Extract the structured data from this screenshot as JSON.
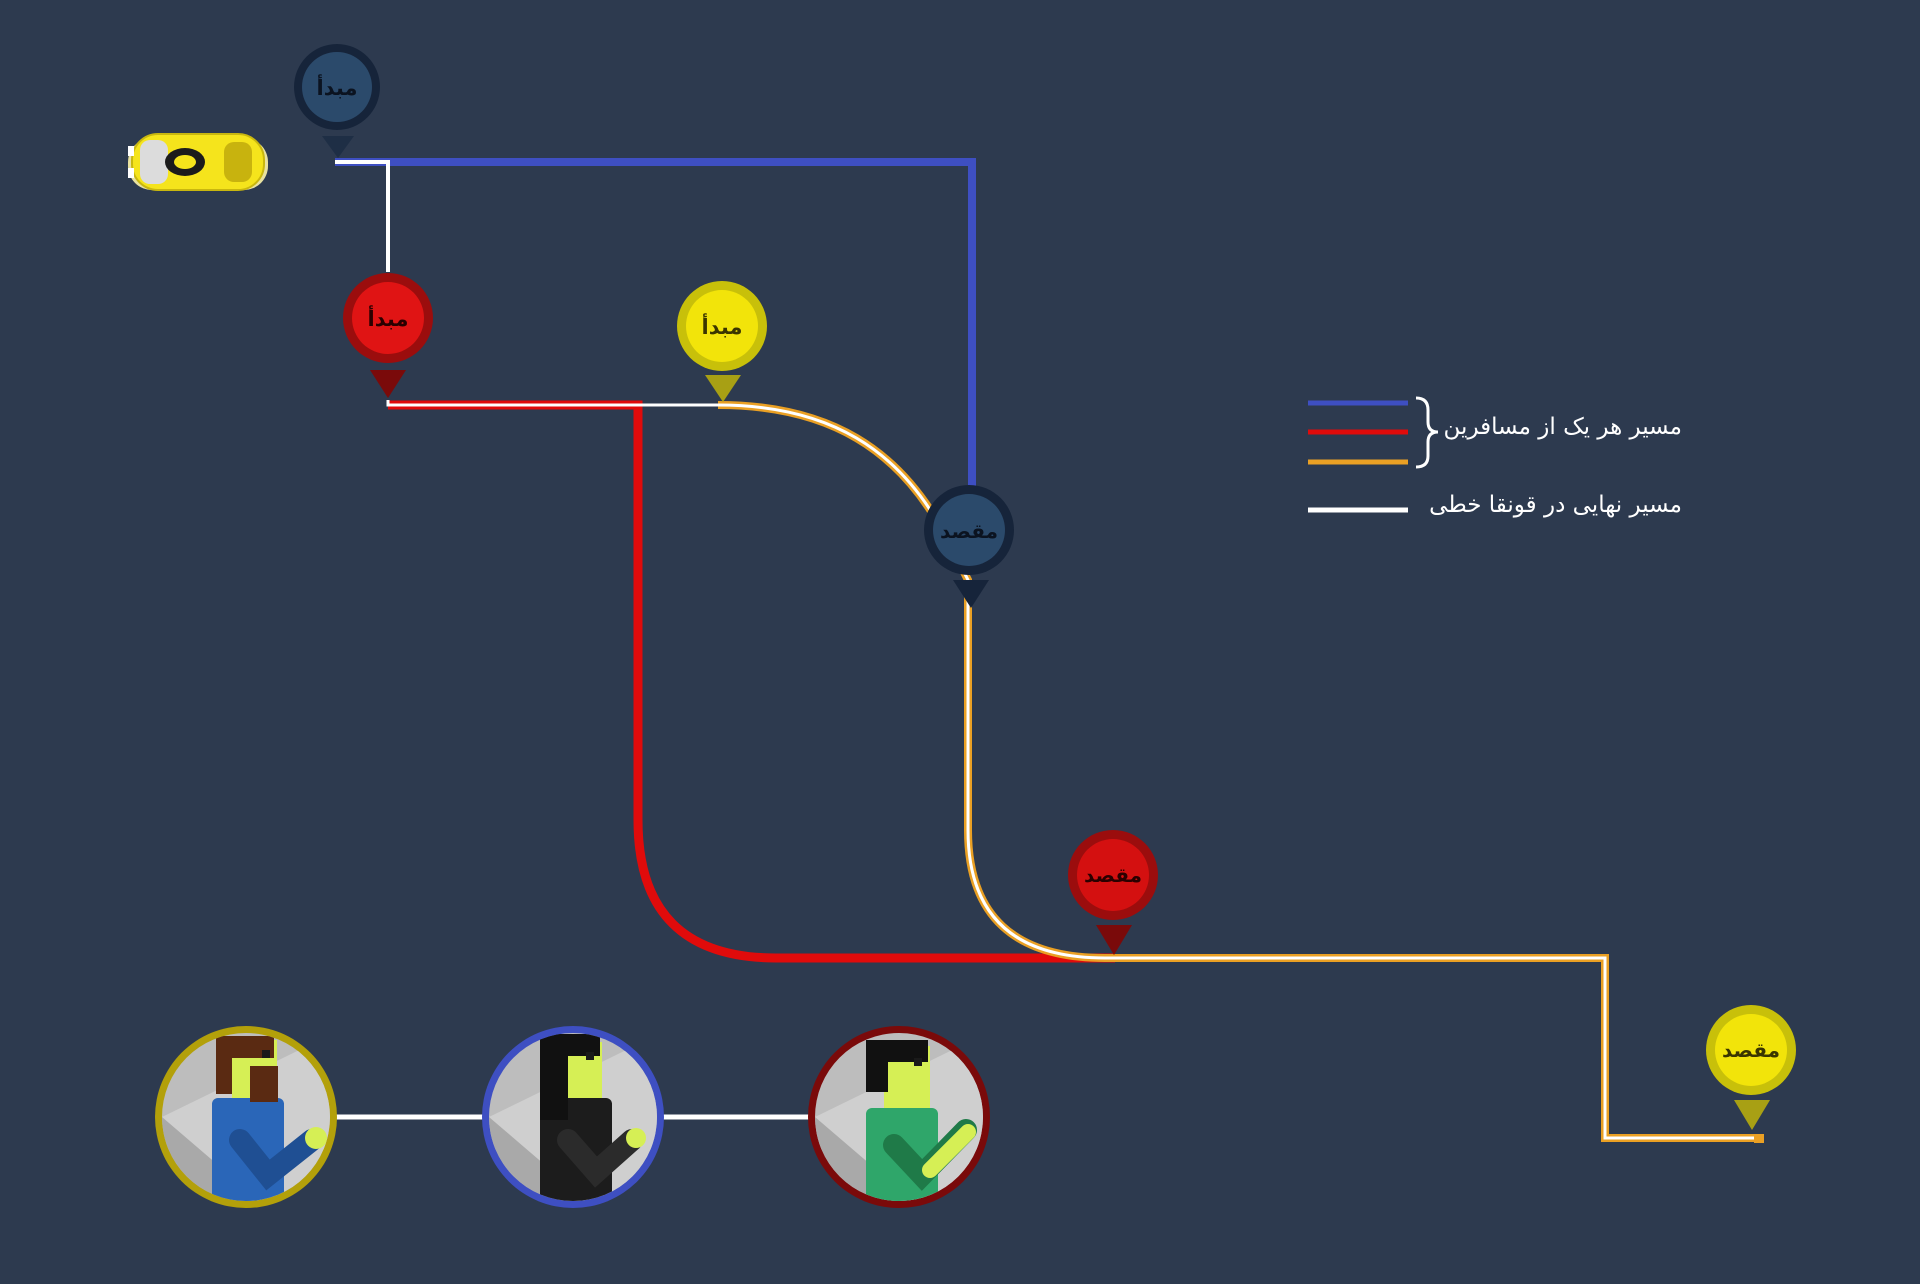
{
  "colors": {
    "background": "#2d3a4f",
    "blue_route": "#3e4fc2",
    "red_route": "#e00b0b",
    "orange_route": "#eaa024",
    "final_route": "#ffffff",
    "pin_dark": "#1e2e45",
    "pin_red": "#d41010",
    "pin_yellow": "#f2e10a"
  },
  "pins": {
    "blue_origin": "مبدأ",
    "red_origin": "مبدأ",
    "yellow_origin": "مبدأ",
    "blue_destination": "مقصد",
    "red_destination": "مقصد",
    "yellow_destination": "مقصد"
  },
  "legend": {
    "passenger_routes": "مسیر هر یک از مسافرین",
    "final_route": "مسیر نهایی در قونقا خطی"
  },
  "icons": {
    "vehicle": "taxi-car-icon",
    "passenger_1": "bearded-man-passenger-icon",
    "passenger_2": "woman-passenger-icon",
    "passenger_3": "young-man-passenger-icon"
  }
}
